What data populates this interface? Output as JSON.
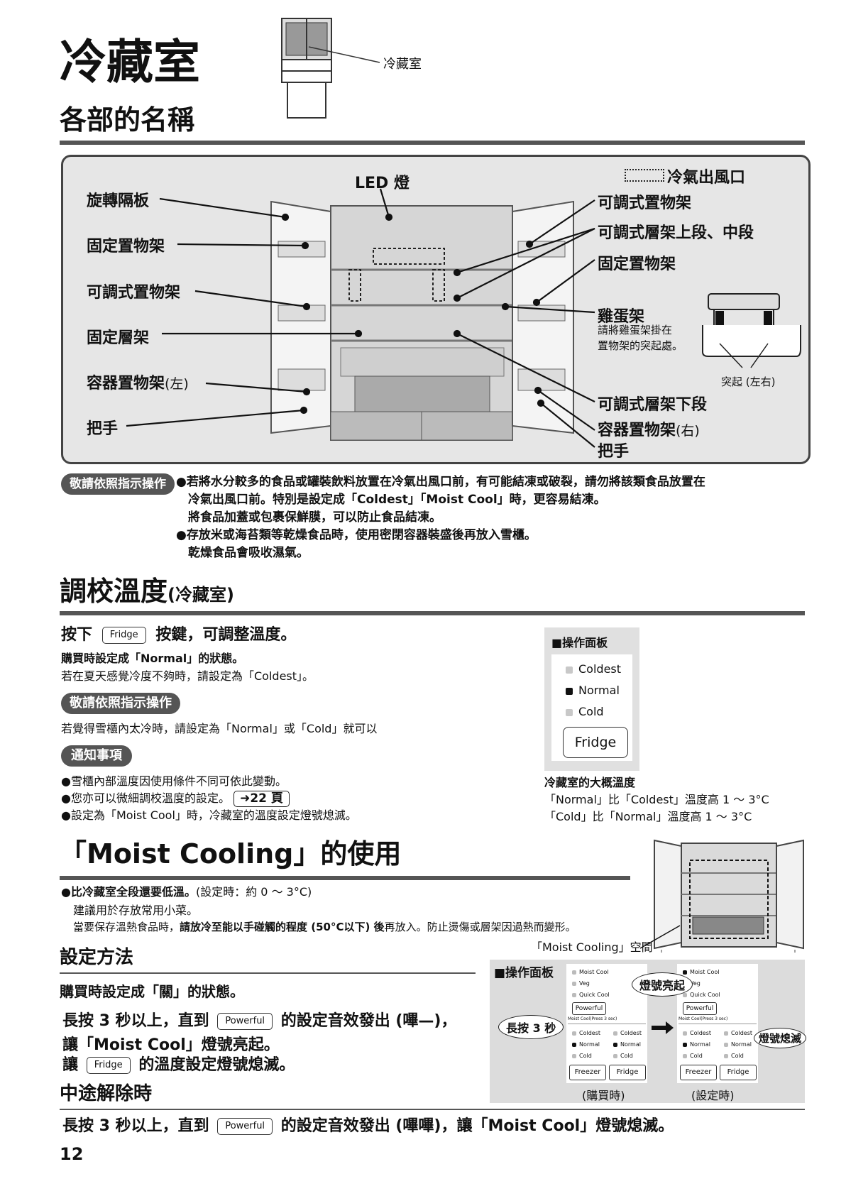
{
  "page": {
    "title": "冷藏室",
    "subtitle": "各部的名稱",
    "thumb_label": "冷藏室",
    "page_number": "12"
  },
  "parts": {
    "led": "LED 燈",
    "vent_legend": "冷氣出風口",
    "left": [
      "旋轉隔板",
      "固定置物架",
      "可調式置物架",
      "固定層架"
    ],
    "left_container": "容器置物架",
    "left_container_side": "(左)",
    "left_handle": "把手",
    "right": [
      "可調式置物架",
      "可調式層架上段、中段",
      "固定置物架"
    ],
    "egg": "雞蛋架",
    "egg_note_1": "請將雞蛋架掛在",
    "egg_note_2": "置物架的突起處。",
    "protrusion": "突起 (左右)",
    "right_lower": "可調式層架下段",
    "right_container": "容器置物架",
    "right_container_side": "(右)",
    "right_handle": "把手"
  },
  "caution1": {
    "badge": "敬請依照指示操作",
    "line1": "●若將水分較多的食品或罐裝飲料放置在冷氣出風口前，有可能結凍或破裂，請勿將該類食品放置在",
    "line2": "冷氣出風口前。特別是設定成「Coldest」「Moist Cool」時，更容易結凍。",
    "line3": "將食品加蓋或包裹保鮮膜，可以防止食品結凍。",
    "line4": "●存放米或海苔類等乾燥食品時，使用密閉容器裝盛後再放入雪櫃。",
    "line5": "乾燥食品會吸收濕氣。"
  },
  "temp": {
    "title": "調校溫度",
    "title_sub": "(冷藏室)",
    "press_a": "按下",
    "key": "Fridge",
    "press_b": "按鍵，可調整溫度。",
    "purchase": "購買時設定成「Normal」的狀態。",
    "summer": "若在夏天感覺冷度不夠時，請設定為「Coldest」。",
    "badge": "敬請依照指示操作",
    "too_cold": "若覺得雪櫃內太冷時，請設定為「Normal」或「Cold」就可以",
    "notice_badge": "通知事項",
    "n1": "●雪櫃內部溫度因使用條件不同可依此變動。",
    "n2": "●您亦可以微細調校溫度的設定。",
    "ref": "22 頁",
    "n3": "●設定為「Moist Cool」時，冷藏室的溫度設定燈號熄滅。",
    "panel_title": "■操作面板",
    "panel_items": [
      "Coldest",
      "Normal",
      "Cold"
    ],
    "panel_button": "Fridge",
    "approx_title": "冷藏室的大概溫度",
    "approx1": "「Normal」比「Coldest」溫度高 1 ～ 3°C",
    "approx2": "「Cold」比「Normal」溫度高 1 ～ 3°C"
  },
  "moist": {
    "title": "「Moist Cooling」的使用",
    "b1": "●比冷藏室全段還要低溫。",
    "b1_sub": "(設定時：約 0 ～ 3°C)",
    "b2": "建議用於存放常用小菜。",
    "b3_a": "當要保存溫熱食品時，",
    "b3_b": "請放冷至能以手碰觸的程度 (50°C以下) 後",
    "b3_c": "再放入。防止燙傷或層架因過熱而變形。",
    "space_label": "「Moist Cooling」空間",
    "setup_title": "設定方法",
    "setup_default": "購買時設定成「關」的狀態。",
    "step1_a": "長按 3 秒以上，直到",
    "step_key": "Powerful",
    "step1_b": "的設定音效發出 (嗶—)，",
    "step2": "讓「Moist Cool」燈號亮起。",
    "step3_a": "讓",
    "step3_key": "Fridge",
    "step3_b": "的溫度設定燈號熄滅。",
    "cancel_title": "中途解除時",
    "cancel_a": "長按 3 秒以上，直到",
    "cancel_key": "Powerful",
    "cancel_b": "的設定音效發出 (嗶嗶)，讓「Moist Cool」燈號熄滅。",
    "panel_title": "■操作面板",
    "callout_on": "燈號亮起",
    "callout_hold": "長按 3 秒",
    "callout_off": "燈號熄滅",
    "mini_top": [
      "Moist Cool",
      "Veg",
      "Quick Cool"
    ],
    "mini_powerful": "Powerful",
    "mini_hint": "Moist Cool(Press 3 sec)",
    "mini_col1": [
      "Coldest",
      "Normal",
      "Cold"
    ],
    "mini_col2": [
      "Coldest",
      "Normal",
      "Cold"
    ],
    "mini_freezer": "Freezer",
    "mini_fridge": "Fridge",
    "cap_buy": "(購買時)",
    "cap_set": "(設定時)"
  }
}
